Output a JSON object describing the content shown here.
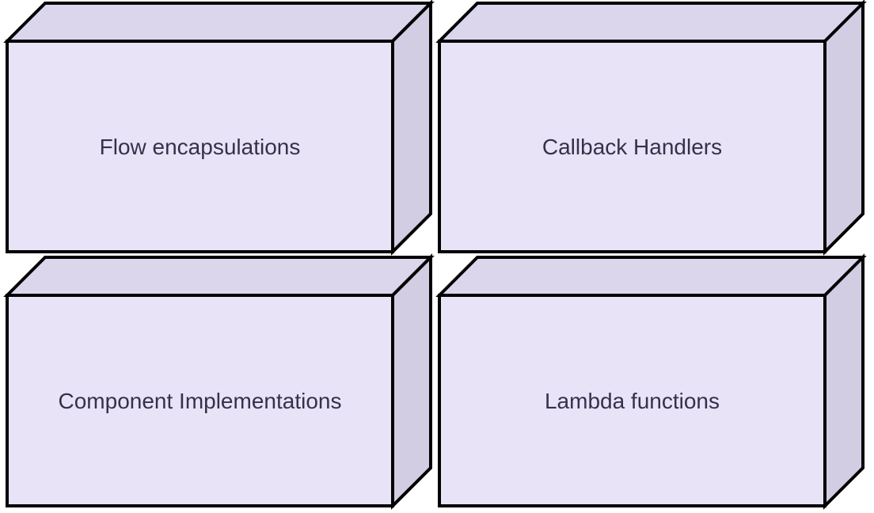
{
  "diagram": {
    "description": "Four 3D extruded rectangular nodes arranged in a 2x2 grid on a white background",
    "colors": {
      "background": "#ffffff",
      "stroke": "#000000",
      "front_fill": "#e9e3f8",
      "top_fill": "#dcd6ed",
      "side_fill": "#d3cde3",
      "label_color": "#35314a"
    },
    "boxes": [
      {
        "id": "flow-encapsulations",
        "label": "Flow encapsulations",
        "row": 0,
        "col": 0
      },
      {
        "id": "callback-handlers",
        "label": "Callback Handlers",
        "row": 0,
        "col": 1
      },
      {
        "id": "component-implementations",
        "label": "Component Implementations",
        "row": 1,
        "col": 0
      },
      {
        "id": "lambda-functions",
        "label": "Lambda functions",
        "row": 1,
        "col": 1
      }
    ]
  }
}
